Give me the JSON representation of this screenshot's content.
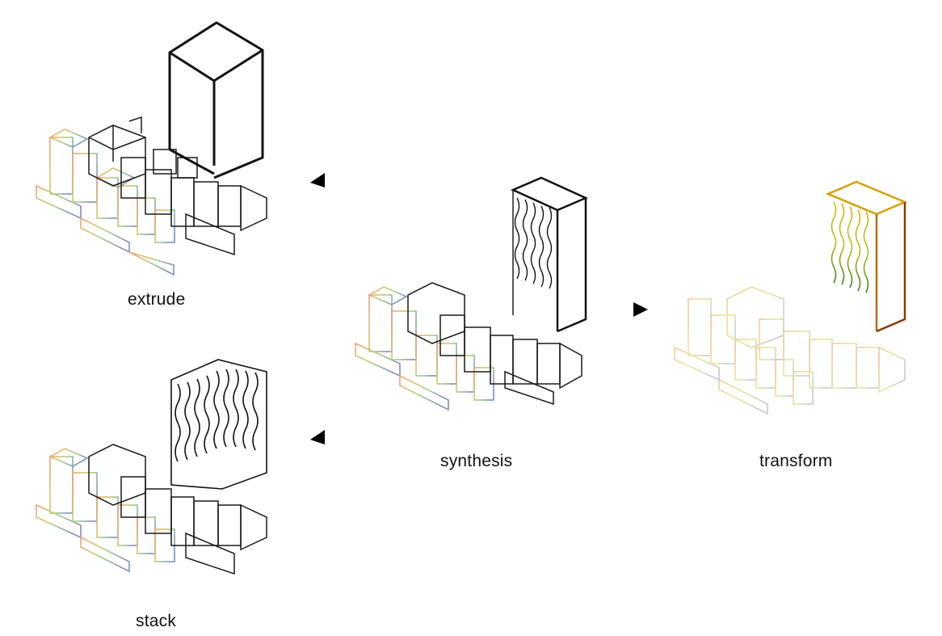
{
  "panels": {
    "extrude": {
      "label": "extrude"
    },
    "stack": {
      "label": "stack"
    },
    "synthesis": {
      "label": "synthesis"
    },
    "transform": {
      "label": "transform"
    }
  },
  "colors": {
    "ink": "#1a1a1a",
    "gradient": [
      "#f4b58a",
      "#e9d97a",
      "#b7d98b",
      "#86b9c4",
      "#8a8fbf"
    ],
    "tower_transform": [
      "#c9b300",
      "#e1c200",
      "#9cbf2a",
      "#4c8a1b"
    ],
    "arrow": "#000000"
  }
}
